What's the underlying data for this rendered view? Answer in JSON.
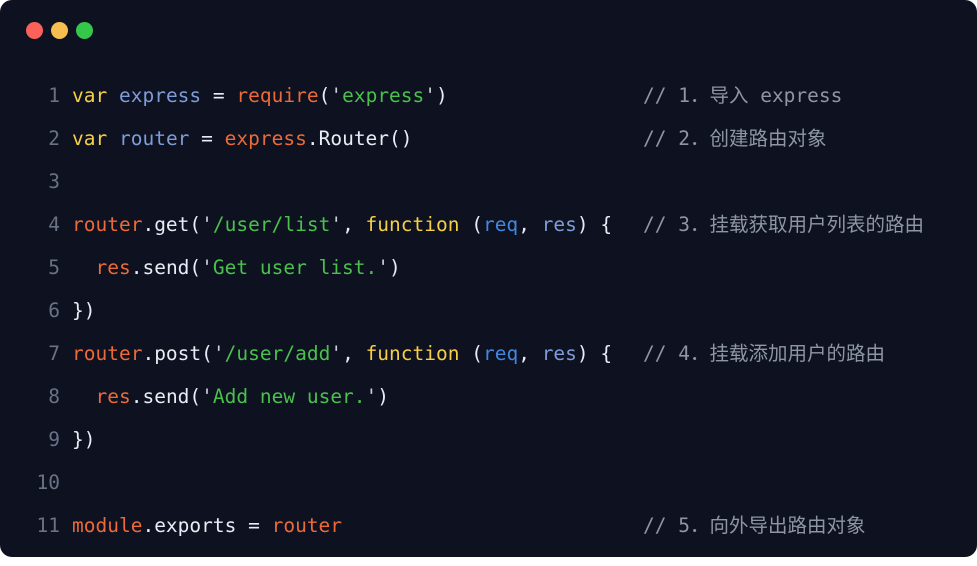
{
  "window": {
    "background": "#0d1120",
    "traffic_lights": [
      {
        "name": "close",
        "color": "#f9615a"
      },
      {
        "name": "minimize",
        "color": "#f7bf4f"
      },
      {
        "name": "zoom",
        "color": "#34c749"
      }
    ]
  },
  "theme": {
    "background": "#0d1120",
    "line_number": "#6a7286",
    "keyword": "#f5cf45",
    "identifier": "#7e9cd8",
    "param": "#4387dd",
    "call": "#eb6a38",
    "plain": "#e8ecf4",
    "string": "#49c14b",
    "quote": "#ccd2dc",
    "comment": "#8f96a3"
  },
  "code": {
    "language": "javascript",
    "lines": [
      {
        "number": "1",
        "comment": "// 1．导入 express",
        "tokens": [
          [
            "k",
            "var"
          ],
          [
            "p",
            " "
          ],
          [
            "i",
            "express"
          ],
          [
            "p",
            " = "
          ],
          [
            "c",
            "require"
          ],
          [
            "p",
            "("
          ],
          [
            "q",
            "'"
          ],
          [
            "s",
            "express"
          ],
          [
            "q",
            "'"
          ],
          [
            "p",
            ")"
          ]
        ]
      },
      {
        "number": "2",
        "comment": "// 2．创建路由对象",
        "tokens": [
          [
            "k",
            "var"
          ],
          [
            "p",
            " "
          ],
          [
            "i",
            "router"
          ],
          [
            "p",
            " = "
          ],
          [
            "c",
            "express"
          ],
          [
            "p",
            ".Router()"
          ]
        ]
      },
      {
        "number": "3",
        "comment": "",
        "tokens": []
      },
      {
        "number": "4",
        "comment": "// 3．挂载获取用户列表的路由",
        "tokens": [
          [
            "c",
            "router"
          ],
          [
            "p",
            ".get("
          ],
          [
            "q",
            "'"
          ],
          [
            "s",
            "/user/list"
          ],
          [
            "q",
            "'"
          ],
          [
            "p",
            ", "
          ],
          [
            "k",
            "function"
          ],
          [
            "p",
            " ("
          ],
          [
            "b",
            "req"
          ],
          [
            "p",
            ", "
          ],
          [
            "i",
            "res"
          ],
          [
            "p",
            ") {"
          ]
        ]
      },
      {
        "number": "5",
        "comment": "",
        "tokens": [
          [
            "p",
            "  "
          ],
          [
            "c",
            "res"
          ],
          [
            "p",
            ".send("
          ],
          [
            "q",
            "'"
          ],
          [
            "s",
            "Get user list."
          ],
          [
            "q",
            "'"
          ],
          [
            "p",
            ")"
          ]
        ]
      },
      {
        "number": "6",
        "comment": "",
        "tokens": [
          [
            "p",
            "})"
          ]
        ]
      },
      {
        "number": "7",
        "comment": "// 4．挂载添加用户的路由",
        "tokens": [
          [
            "c",
            "router"
          ],
          [
            "p",
            ".post("
          ],
          [
            "q",
            "'"
          ],
          [
            "s",
            "/user/add"
          ],
          [
            "q",
            "'"
          ],
          [
            "p",
            ", "
          ],
          [
            "k",
            "function"
          ],
          [
            "p",
            " ("
          ],
          [
            "b",
            "req"
          ],
          [
            "p",
            ", "
          ],
          [
            "i",
            "res"
          ],
          [
            "p",
            ") {"
          ]
        ]
      },
      {
        "number": "8",
        "comment": "",
        "tokens": [
          [
            "p",
            "  "
          ],
          [
            "c",
            "res"
          ],
          [
            "p",
            ".send("
          ],
          [
            "q",
            "'"
          ],
          [
            "s",
            "Add new user."
          ],
          [
            "q",
            "'"
          ],
          [
            "p",
            ")"
          ]
        ]
      },
      {
        "number": "9",
        "comment": "",
        "tokens": [
          [
            "p",
            "})"
          ]
        ]
      },
      {
        "number": "10",
        "comment": "",
        "tokens": []
      },
      {
        "number": "11",
        "comment": "// 5．向外导出路由对象",
        "tokens": [
          [
            "c",
            "module"
          ],
          [
            "p",
            ".exports = "
          ],
          [
            "c",
            "router"
          ]
        ]
      }
    ]
  }
}
